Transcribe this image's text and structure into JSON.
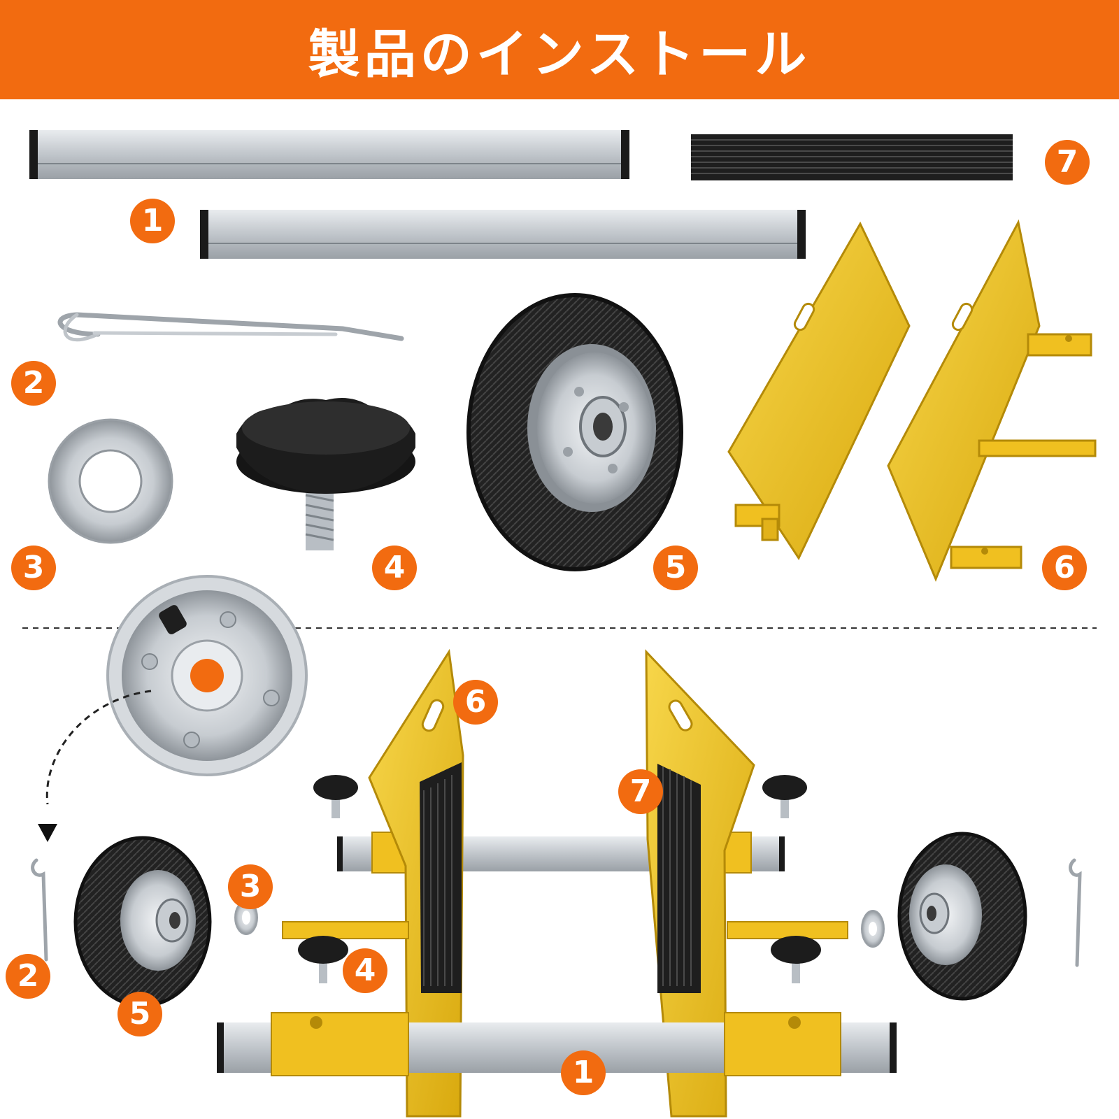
{
  "banner": {
    "title": "製品のインストール"
  },
  "colors": {
    "accent": "#f26b10",
    "yellow": "#f0c020",
    "steel": "#c9ced3",
    "rubber": "#1e1e1e"
  },
  "parts_section": {
    "labels": [
      "1",
      "2",
      "3",
      "4",
      "5",
      "6",
      "7"
    ]
  },
  "assembly_section": {
    "labels": [
      "6",
      "7",
      "3",
      "4",
      "2",
      "5",
      "1"
    ]
  }
}
